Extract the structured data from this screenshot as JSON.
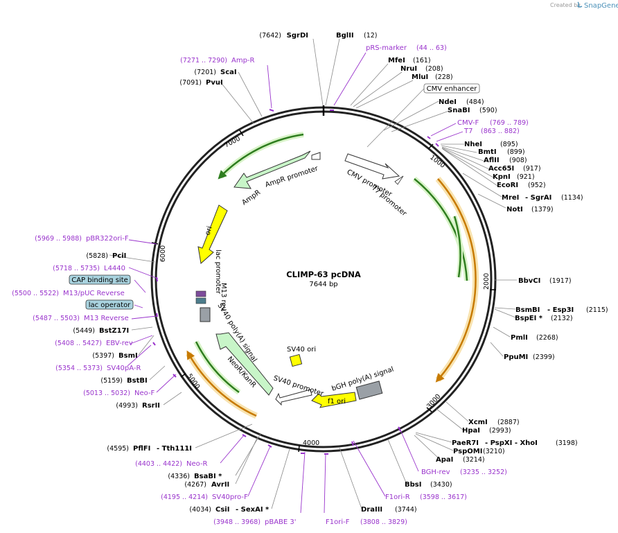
{
  "credit": {
    "prefix": "Created by",
    "brand": "SnapGene"
  },
  "plasmid": {
    "name": "CLIMP-63 pcDNA",
    "size": "7644 bp"
  },
  "ticks": [
    "1000",
    "2000",
    "3000",
    "4000",
    "5000",
    "6000",
    "7000"
  ],
  "enzymes": [
    {
      "name": "SgrDI",
      "pos": "(7642)"
    },
    {
      "name": "BglII",
      "pos": "(12)"
    },
    {
      "name": "MfeI",
      "pos": "(161)"
    },
    {
      "name": "NruI",
      "pos": "(208)"
    },
    {
      "name": "MluI",
      "pos": "(228)"
    },
    {
      "name": "NdeI",
      "pos": "(484)"
    },
    {
      "name": "SnaBI",
      "pos": "(590)"
    },
    {
      "name": "NheI",
      "pos": "(895)"
    },
    {
      "name": "BmtI",
      "pos": "(899)"
    },
    {
      "name": "AflII",
      "pos": "(908)"
    },
    {
      "name": "Acc65I",
      "pos": "(917)"
    },
    {
      "name": "KpnI",
      "pos": "(921)"
    },
    {
      "name": "EcoRI",
      "pos": "(952)"
    },
    {
      "name": "MreI",
      "name2": "SgrAI",
      "pos": "(1134)"
    },
    {
      "name": "NotI",
      "pos": "(1379)"
    },
    {
      "name": "BbvCI",
      "pos": "(1917)"
    },
    {
      "name": "BsmBI",
      "name2": "Esp3I",
      "pos": "(2115)"
    },
    {
      "name": "BspEI *",
      "pos": "(2132)"
    },
    {
      "name": "PmlI",
      "pos": "(2268)"
    },
    {
      "name": "PpuMI",
      "pos": "(2399)"
    },
    {
      "name": "XcmI",
      "pos": "(2887)"
    },
    {
      "name": "HpaI",
      "pos": "(2993)"
    },
    {
      "name": "PaeR7I",
      "name2": "PspXI",
      "name3": "XhoI",
      "pos": "(3198)"
    },
    {
      "name": "PspOMI",
      "pos": "(3210)"
    },
    {
      "name": "ApaI",
      "pos": "(3214)"
    },
    {
      "name": "BbsI",
      "pos": "(3430)"
    },
    {
      "name": "DraIII",
      "pos": "(3744)"
    },
    {
      "name": "CsiI",
      "name2": "SexAI *",
      "pos": "(4034)"
    },
    {
      "name": "AvrII",
      "pos": "(4267)"
    },
    {
      "name": "BsaBI *",
      "pos": "(4336)"
    },
    {
      "name": "PflFI",
      "name2": "Tth111I",
      "pos": "(4595)"
    },
    {
      "name": "RsrII",
      "pos": "(4993)"
    },
    {
      "name": "BstBI",
      "pos": "(5159)"
    },
    {
      "name": "BsmI",
      "pos": "(5397)"
    },
    {
      "name": "BstZ17I",
      "pos": "(5449)"
    },
    {
      "name": "PciI",
      "pos": "(5828)"
    },
    {
      "name": "PvuI",
      "pos": "(7091)"
    },
    {
      "name": "ScaI",
      "pos": "(7201)"
    }
  ],
  "primers": [
    {
      "name": "pRS-marker",
      "pos": "(44 .. 63)"
    },
    {
      "name": "CMV-F",
      "pos": "(769 .. 789)"
    },
    {
      "name": "T7",
      "pos": "(863 .. 882)"
    },
    {
      "name": "BGH-rev",
      "pos": "(3235 .. 3252)"
    },
    {
      "name": "F1ori-R",
      "pos": "(3598 .. 3617)"
    },
    {
      "name": "F1ori-F",
      "pos": "(3808 .. 3829)"
    },
    {
      "name": "pBABE 3'",
      "pos": "(3948 .. 3968)"
    },
    {
      "name": "SV40pro-F",
      "pos": "(4195 .. 4214)"
    },
    {
      "name": "Neo-R",
      "pos": "(4403 .. 4422)"
    },
    {
      "name": "Neo-F",
      "pos": "(5013 .. 5032)"
    },
    {
      "name": "SV40pA-R",
      "pos": "(5354 .. 5373)"
    },
    {
      "name": "EBV-rev",
      "pos": "(5408 .. 5427)"
    },
    {
      "name": "M13 Reverse",
      "pos": "(5487 .. 5503)"
    },
    {
      "name": "M13/pUC Reverse",
      "pos": "(5500 .. 5522)"
    },
    {
      "name": "L4440",
      "pos": "(5718 .. 5735)"
    },
    {
      "name": "pBR322ori-F",
      "pos": "(5969 .. 5988)"
    },
    {
      "name": "Amp-R",
      "pos": "(7271 .. 7290)"
    }
  ],
  "boxed_features": {
    "cmv_enhancer": "CMV enhancer",
    "cap": "CAP binding site",
    "lac_op": "lac operator"
  },
  "features": {
    "cmv_promoter": "CMV promoter",
    "t7_promoter": "T7 promoter",
    "ampr_promoter": "AmpR promoter",
    "ampr": "AmpR",
    "ori": "ori",
    "lac_promoter": "lac promoter",
    "m13_rev": "M13 rev",
    "sv40_polya": "SV40 poly(A) signal",
    "neor": "NeoR/KanR",
    "sv40_promoter": "SV40 promoter",
    "sv40_ori": "SV40 ori",
    "bgh_polya": "bGH poly(A) signal",
    "f1_ori": "f1 ori"
  },
  "colors": {
    "enzyme_text": "#000000",
    "primer_text": "#9933cc",
    "cap_box": "#a9d3df",
    "yellow_feature": "#ffff00",
    "promoter_fill": "#ffffff",
    "neor_fill": "#c8f5c8",
    "orange_orf": "#f5c96a",
    "green_orf": "#86d36a",
    "polya_gray": "#9aa0a6"
  }
}
